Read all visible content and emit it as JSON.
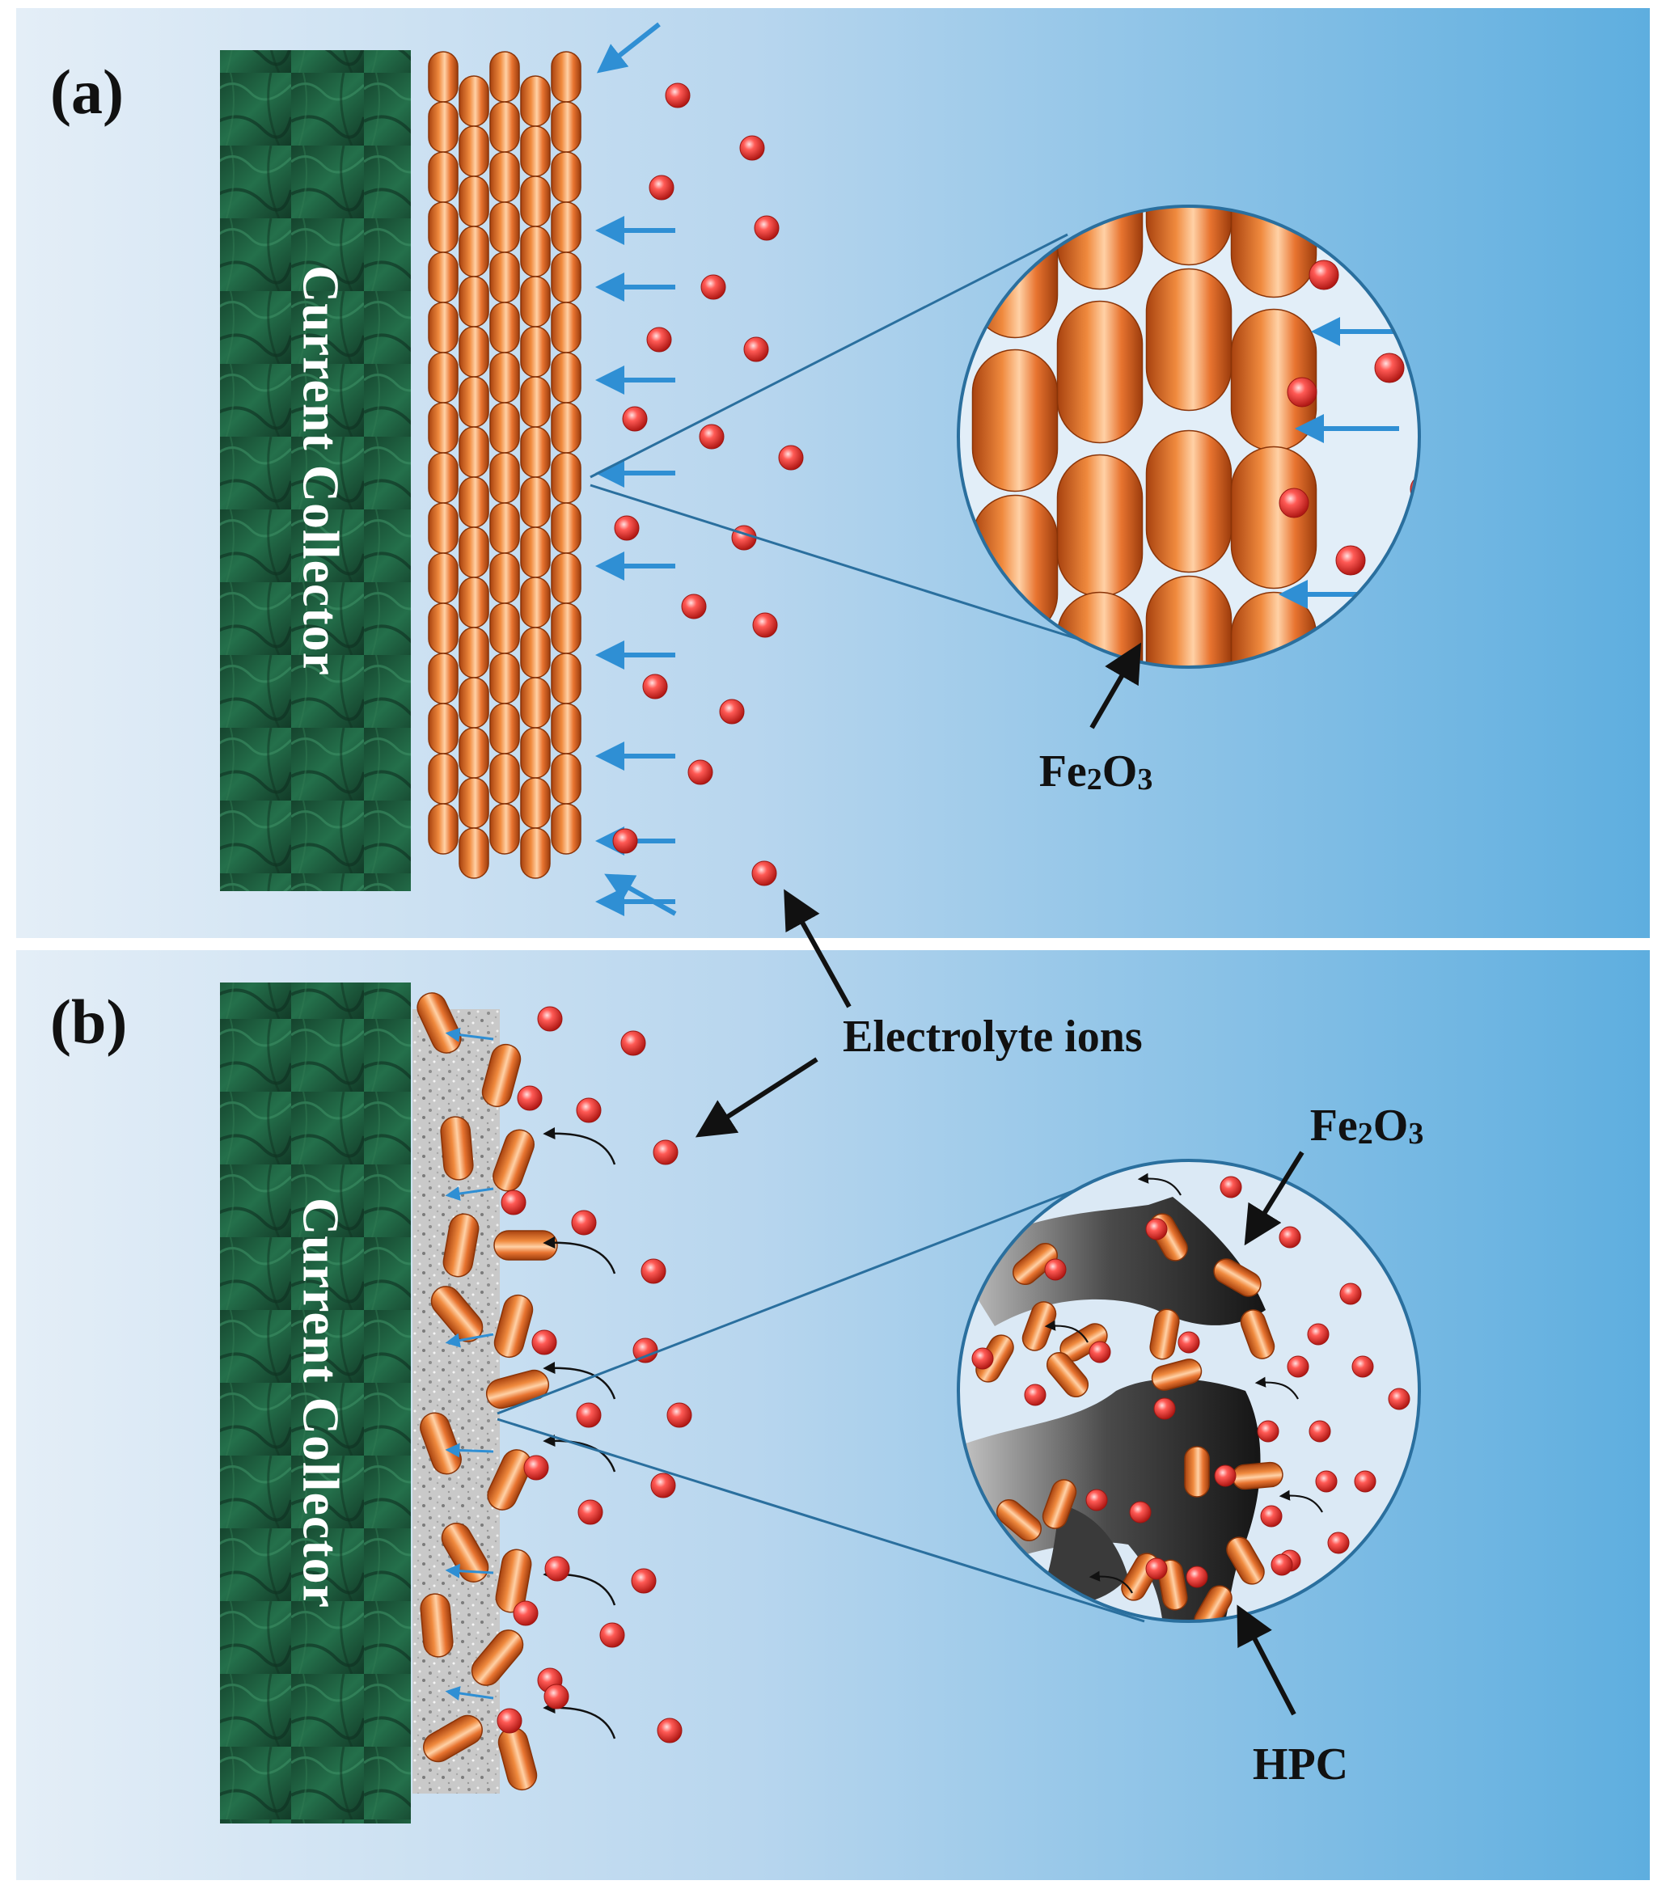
{
  "panels": {
    "a": {
      "label": "(a)",
      "collector_label": "Current Collector",
      "zoom_material": "Fe",
      "zoom_sub1": "2",
      "zoom_o": "O",
      "zoom_sub2": "3"
    },
    "b": {
      "label": "(b)",
      "collector_label": "Current Collector",
      "fe_label": "Fe",
      "fe_sub1": "2",
      "fe_o": "O",
      "fe_sub2": "3",
      "carbon_label": "HPC"
    }
  },
  "shared": {
    "electrolyte_label": "Electrolyte ions"
  },
  "colors": {
    "background_light": "#e4eef7",
    "background_dark": "#5eaedf",
    "collector": "#1d5a3d",
    "particle": "#e0702a",
    "ion": "#e8413c",
    "arrow_blue": "#2f8fd4",
    "zoom_line": "#2a6f9e",
    "carbon": "#2b2b2b"
  }
}
